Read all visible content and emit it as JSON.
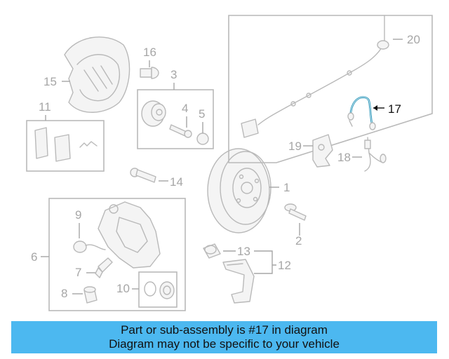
{
  "callouts": {
    "c1": "1",
    "c2": "2",
    "c3": "3",
    "c4": "4",
    "c5": "5",
    "c6": "6",
    "c7": "7",
    "c8": "8",
    "c9": "9",
    "c10": "10",
    "c11": "11",
    "c12": "12",
    "c13": "13",
    "c14": "14",
    "c15": "15",
    "c16": "16",
    "c17": "17",
    "c18": "18",
    "c19": "19",
    "c20": "20"
  },
  "highlight_color": "#1b8fb5",
  "banner": {
    "line1": "Part or sub-assembly is #17 in diagram",
    "line2": "Diagram may not be specific to your vehicle",
    "color": "#4cb8f0"
  }
}
